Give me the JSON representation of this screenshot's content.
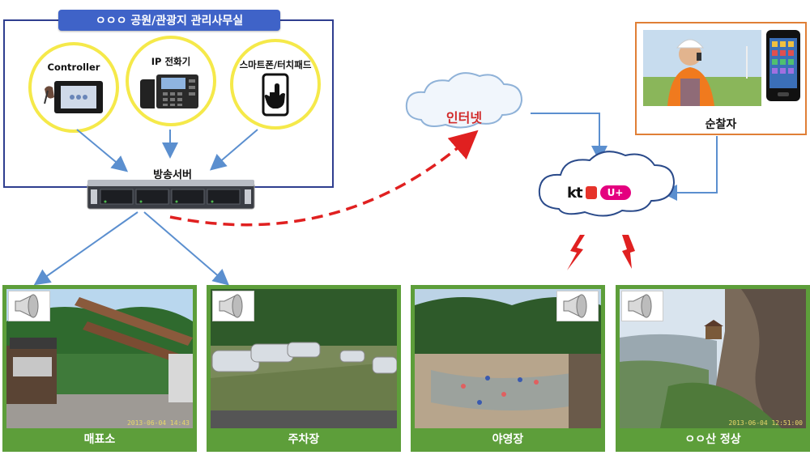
{
  "office": {
    "title": "ㅇㅇㅇ 공원/관광지 관리사무실",
    "devices": [
      {
        "label": "Controller",
        "icon": "controller-panel-icon"
      },
      {
        "label": "IP 전화기",
        "icon": "ip-phone-icon"
      },
      {
        "label": "스마트폰/터치패드",
        "icon": "touch-phone-icon"
      }
    ],
    "server_label": "방송서버"
  },
  "network": {
    "internet_label": "인터넷",
    "carrier_logo_text": "kt",
    "carrier_logo_suffix": "U+"
  },
  "patroller": {
    "label": "순찰자"
  },
  "sites": [
    {
      "label": "매표소",
      "timestamp": "2013-06-04 14:43"
    },
    {
      "label": "주차장",
      "timestamp": ""
    },
    {
      "label": "야영장",
      "timestamp": ""
    },
    {
      "label": "ㅇㅇ산 정상",
      "timestamp": "2013-06-04 12:51:00"
    }
  ],
  "colors": {
    "office_border": "#2f3e8f",
    "title_bg": "#3f63c8",
    "device_ring": "#f5e94a",
    "arrow_blue": "#5b8fcf",
    "dashed_red": "#e02020",
    "patroller_border": "#e07f36",
    "site_green": "#5d9e3a"
  }
}
